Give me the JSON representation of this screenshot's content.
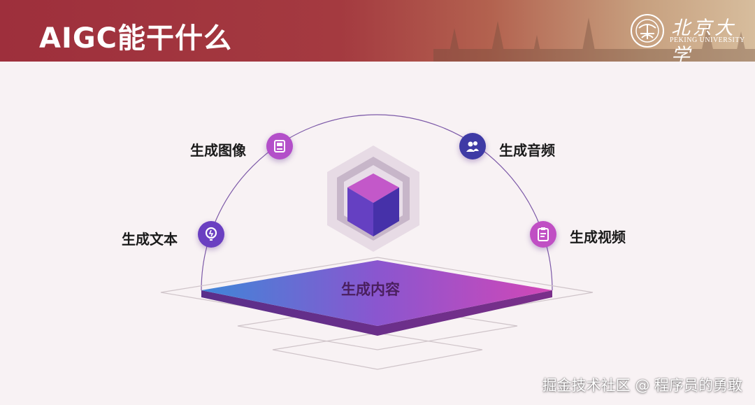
{
  "header": {
    "title": "AIGC能干什么",
    "logo_cn": "北京大学",
    "logo_en": "PEKING UNIVERSITY"
  },
  "diagram": {
    "center": "生成内容",
    "nodes": [
      {
        "label": "生成文本",
        "icon": "lightbulb-icon",
        "color": "#6a3fc1"
      },
      {
        "label": "生成图像",
        "icon": "image-frame-icon",
        "color": "#b34fc9"
      },
      {
        "label": "生成音频",
        "icon": "users-icon",
        "color": "#3e3aa5"
      },
      {
        "label": "生成视频",
        "icon": "clipboard-icon",
        "color": "#c04fc4"
      }
    ]
  },
  "footer": {
    "watermark": "掘金技术社区 @ 程序员的勇敢"
  },
  "colors": {
    "header_red": "#9e2f3c",
    "accent_purple": "#6a3fc1",
    "accent_magenta": "#c04fc4",
    "background": "#f8f2f4"
  }
}
